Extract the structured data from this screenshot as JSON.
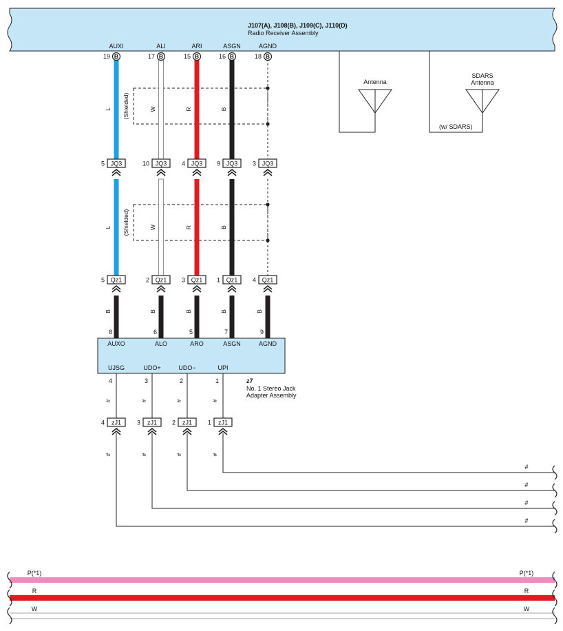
{
  "receiver": {
    "code": "J107(A), J108(B), J109(C), J110(D)",
    "name": "Radio Receiver Assembly",
    "color": "#c5e6f6",
    "pins": [
      {
        "name": "AUXI",
        "num": "19",
        "conn": "B"
      },
      {
        "name": "ALI",
        "num": "17",
        "conn": "B"
      },
      {
        "name": "ARI",
        "num": "15",
        "conn": "B"
      },
      {
        "name": "ASGN",
        "num": "16",
        "conn": "B"
      },
      {
        "name": "AGND",
        "num": "18",
        "conn": "B"
      }
    ]
  },
  "antennas": {
    "antenna_label": "Antenna",
    "sdars_line1": "SDARS",
    "sdars_line2": "Antenna",
    "sdars_note": "(w/ SDARS)"
  },
  "wires_upper": [
    {
      "color_code": "L",
      "hex": "#1ba1e2"
    },
    {
      "color_code": "W",
      "hex": "#ffffff"
    },
    {
      "color_code": "R",
      "hex": "#e21b23"
    },
    {
      "color_code": "B",
      "hex": "#231f20"
    },
    {
      "color_code": "",
      "hex": "#231f20"
    }
  ],
  "shielded_label": "(Shielded)",
  "jq3": {
    "label": "JQ3",
    "pins": [
      "5",
      "10",
      "4",
      "9",
      "3"
    ]
  },
  "qz1": {
    "label": "Qz1",
    "pins": [
      "5",
      "2",
      "3",
      "1",
      "4"
    ]
  },
  "wires_lower_color": "B",
  "adapter": {
    "code": "z7",
    "name_line1": "No.  1 Stereo Jack",
    "name_line2": "Adapter Assembly",
    "color": "#c5e6f6",
    "top_pins": [
      {
        "name": "AUXO",
        "num": "8"
      },
      {
        "name": "ALO",
        "num": "6"
      },
      {
        "name": "ARO",
        "num": "5"
      },
      {
        "name": "ASGN",
        "num": "7"
      },
      {
        "name": "AGND",
        "num": "9"
      }
    ],
    "bottom_pins": [
      {
        "name": "UJSG",
        "num": "4"
      },
      {
        "name": "UDO+",
        "num": "3"
      },
      {
        "name": "UDO−",
        "num": "2"
      },
      {
        "name": "UPI",
        "num": "1"
      }
    ]
  },
  "zj1": {
    "label": "zJ1",
    "pins": [
      "4",
      "3",
      "2",
      "1"
    ]
  },
  "hash_label": "#",
  "bus_lines": [
    {
      "label": "P(*1)",
      "hex": "#f08cbd"
    },
    {
      "label": "R",
      "hex": "#e21b23"
    },
    {
      "label": "W",
      "hex": "#ffffff"
    }
  ]
}
